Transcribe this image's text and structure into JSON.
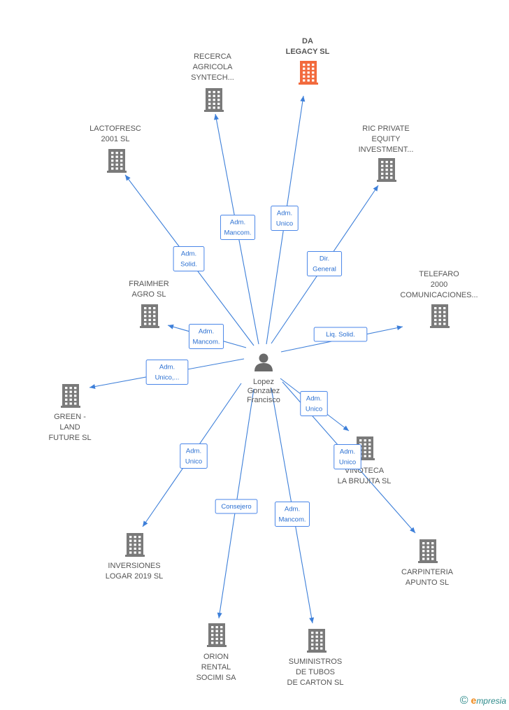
{
  "center": {
    "name_lines": [
      "Lopez",
      "Gonzalez",
      "Francisco"
    ],
    "icon": "person-icon"
  },
  "colors": {
    "edge": "#3d7fd9",
    "building": "#7a7a7a",
    "highlight": "#f26a3d",
    "brand": "#2c8a8a"
  },
  "companies": [
    {
      "id": "da-legacy",
      "lines": [
        "DA",
        "LEGACY  SL"
      ],
      "highlight": true,
      "icon": "building-icon"
    },
    {
      "id": "recerca",
      "lines": [
        "RECERCA",
        "AGRICOLA",
        "SYNTECH..."
      ],
      "icon": "building-icon"
    },
    {
      "id": "lactofresc",
      "lines": [
        "LACTOFRESC",
        "2001 SL"
      ],
      "icon": "building-icon"
    },
    {
      "id": "ric-private",
      "lines": [
        "RIC PRIVATE",
        "EQUITY",
        "INVESTMENT..."
      ],
      "icon": "building-icon"
    },
    {
      "id": "telefaro",
      "lines": [
        "TELEFARO",
        "2000",
        "COMUNICACIONES..."
      ],
      "icon": "building-icon"
    },
    {
      "id": "fraimher",
      "lines": [
        "FRAIMHER",
        "AGRO SL"
      ],
      "icon": "building-icon"
    },
    {
      "id": "green-land",
      "lines": [
        "GREEN -",
        "LAND",
        "FUTURE SL"
      ],
      "icon": "building-icon"
    },
    {
      "id": "vinoteca",
      "lines": [
        "VINOTECA",
        "LA BRUJITA SL"
      ],
      "icon": "building-icon"
    },
    {
      "id": "carpinteria",
      "lines": [
        "CARPINTERIA",
        "APUNTO SL"
      ],
      "icon": "building-icon"
    },
    {
      "id": "inversiones",
      "lines": [
        "INVERSIONES",
        "LOGAR 2019  SL"
      ],
      "icon": "building-icon"
    },
    {
      "id": "orion",
      "lines": [
        "ORION",
        "RENTAL",
        "SOCIMI SA"
      ],
      "icon": "building-icon"
    },
    {
      "id": "suministros",
      "lines": [
        "SUMINISTROS",
        "DE TUBOS",
        "DE CARTON  SL"
      ],
      "icon": "building-icon"
    }
  ],
  "edges": [
    {
      "to": "da-legacy",
      "label_lines": [
        "Adm.",
        "Unico"
      ]
    },
    {
      "to": "recerca",
      "label_lines": [
        "Adm.",
        "Mancom."
      ]
    },
    {
      "to": "lactofresc",
      "label_lines": [
        "Adm.",
        "Solid."
      ]
    },
    {
      "to": "ric-private",
      "label_lines": [
        "Dir.",
        "General"
      ]
    },
    {
      "to": "telefaro",
      "label_lines": [
        "Liq.  Solid."
      ]
    },
    {
      "to": "fraimher",
      "label_lines": [
        "Adm.",
        "Mancom."
      ]
    },
    {
      "to": "green-land",
      "label_lines": [
        "Adm.",
        "Unico,..."
      ]
    },
    {
      "to": "vinoteca",
      "label_lines": [
        "Adm.",
        "Unico"
      ]
    },
    {
      "to": "carpinteria",
      "label_lines": [
        "Adm.",
        "Unico"
      ]
    },
    {
      "to": "inversiones",
      "label_lines": [
        "Adm.",
        "Unico"
      ]
    },
    {
      "to": "orion",
      "label_lines": [
        "Consejero"
      ]
    },
    {
      "to": "suministros",
      "label_lines": [
        "Adm.",
        "Mancom."
      ]
    }
  ],
  "footer": {
    "copyright": "©",
    "brand_initial": "e",
    "brand_rest": "mpresia"
  }
}
